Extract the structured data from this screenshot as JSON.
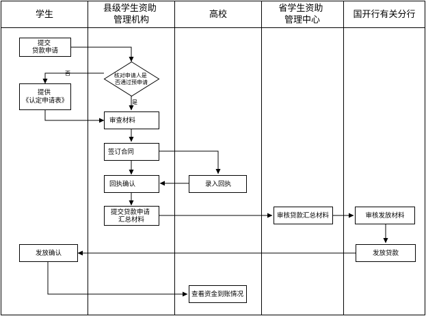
{
  "lanes": [
    {
      "title_lines": [
        "学生"
      ]
    },
    {
      "title_lines": [
        "县级学生资助",
        "管理机构"
      ]
    },
    {
      "title_lines": [
        "高校"
      ]
    },
    {
      "title_lines": [
        "省学生资助",
        "管理中心"
      ]
    },
    {
      "title_lines": [
        "国开行有关分行"
      ]
    }
  ],
  "steps": {
    "submit_application": [
      "提交",
      "贷款申请"
    ],
    "check_applicant": [
      "核对申请人是",
      "否通过预申请"
    ],
    "provide_form": [
      "提供",
      "《认定申请表》"
    ],
    "review_materials": [
      "审查材料"
    ],
    "sign_contract": [
      "签订合同"
    ],
    "receipt_confirm": [
      "回执确认"
    ],
    "enter_receipt": [
      "录入回执"
    ],
    "submit_summary": [
      "提交贷款申请",
      "汇总材料"
    ],
    "review_summary": [
      "审核贷款汇总材料"
    ],
    "review_disbursement": [
      "审核发放材料"
    ],
    "disburse_loan": [
      "发放贷款"
    ],
    "disbursement_confirm": [
      "发放确认"
    ],
    "check_funds": [
      "查看资金到账情况"
    ]
  },
  "branch_labels": {
    "no": "否",
    "yes": "是"
  },
  "colors": {
    "line": "#000000",
    "box_fill": "#ffffff",
    "background": "#ffffff"
  }
}
